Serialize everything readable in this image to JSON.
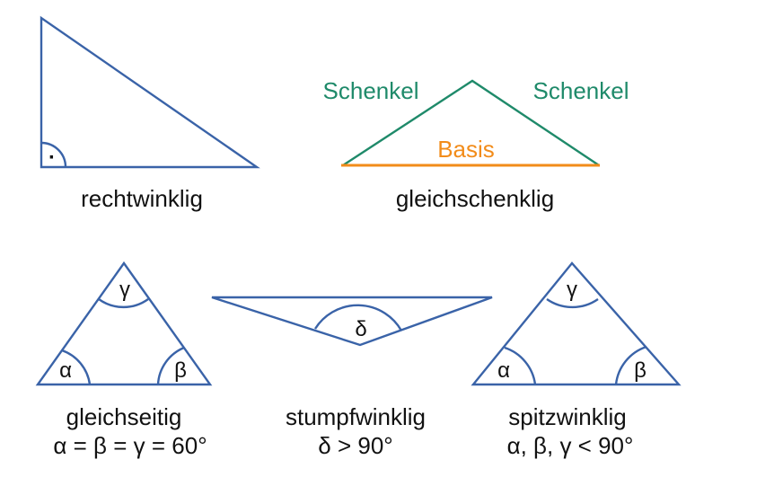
{
  "colors": {
    "triangle": "#3a63a8",
    "legs": "#1f8a6a",
    "base": "#f28c1a",
    "text": "#111111"
  },
  "right_triangle": {
    "caption": "rechtwinklig",
    "right_angle_marker": "·"
  },
  "isosceles_triangle": {
    "caption": "gleichschenklig",
    "leg_left_label": "Schenkel",
    "leg_right_label": "Schenkel",
    "base_label": "Basis"
  },
  "equilateral_triangle": {
    "caption": "gleichseitig",
    "formula": "α = β = γ = 60°",
    "alpha": "α",
    "beta": "β",
    "gamma": "γ"
  },
  "obtuse_triangle": {
    "caption": "stumpfwinklig",
    "formula": "δ > 90°",
    "delta": "δ"
  },
  "acute_triangle": {
    "caption": "spitzwinklig",
    "formula": "α, β, γ < 90°",
    "alpha": "α",
    "beta": "β",
    "gamma": "γ"
  }
}
